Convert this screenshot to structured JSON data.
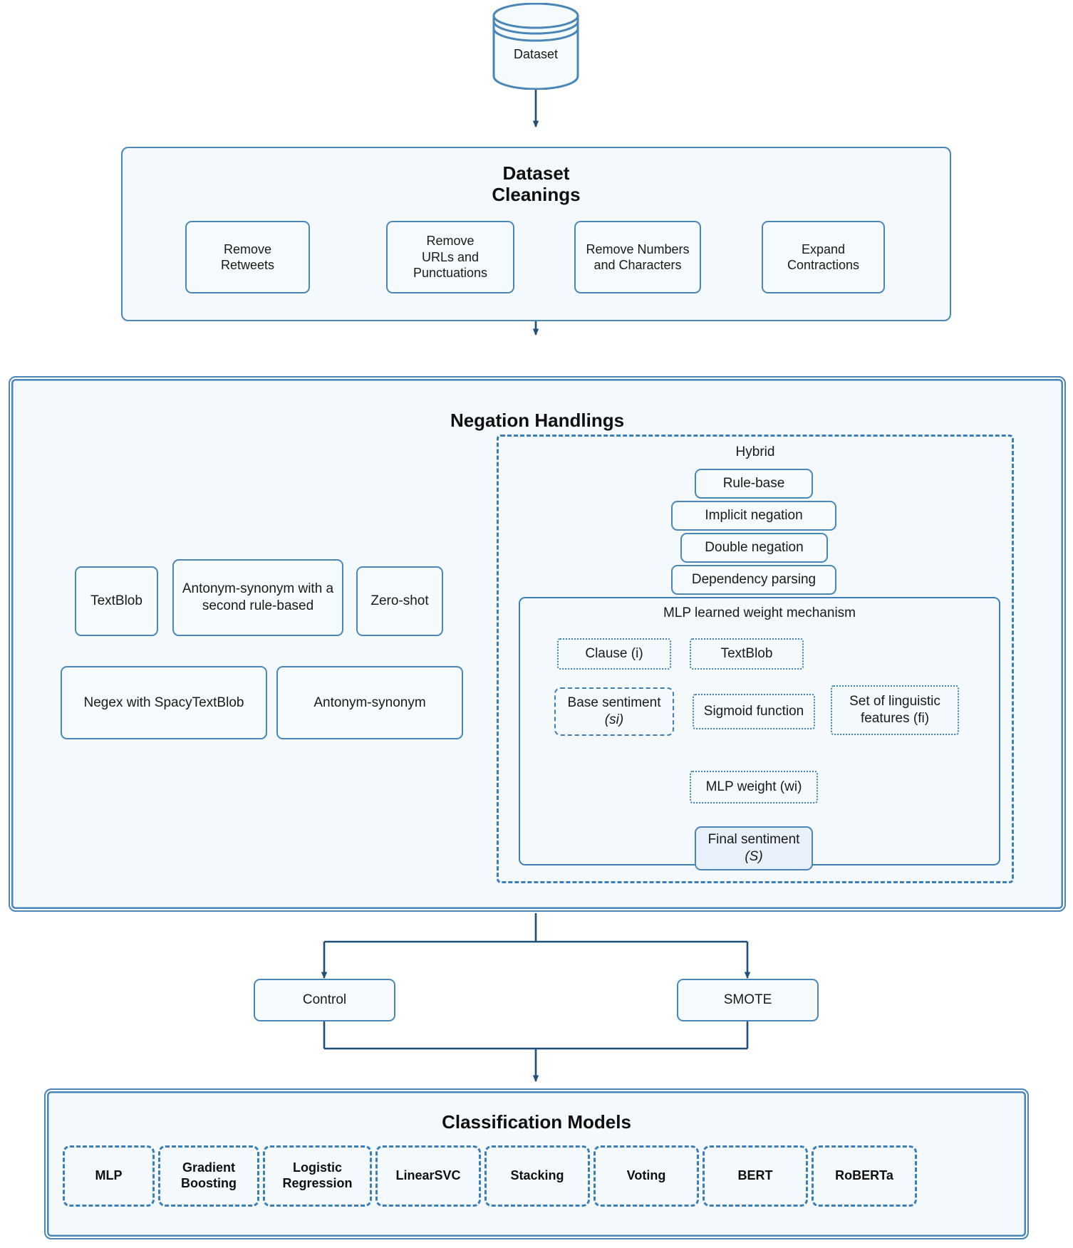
{
  "diagram": {
    "title": "Sentiment analysis pipeline flowchart",
    "colors": {
      "stroke": "#4a86b8",
      "dashed_stroke": "#3d7fb5",
      "fill": "#f3f9fd",
      "arrow": "#1f4e79",
      "text": "#1a1a1a"
    }
  },
  "dataset": {
    "label": "Dataset"
  },
  "cleanings": {
    "title_line1": "Dataset",
    "title_line2": "Cleanings",
    "items": [
      {
        "line1": "Remove",
        "line2": "Retweets",
        "line3": ""
      },
      {
        "line1": "Remove",
        "line2": "URLs and",
        "line3": "Punctuations"
      },
      {
        "line1": "Remove Numbers",
        "line2": "and Characters",
        "line3": ""
      },
      {
        "line1": "Expand",
        "line2": "Contractions",
        "line3": ""
      }
    ]
  },
  "negation": {
    "title": "Negation Handlings",
    "methods_row1": [
      "TextBlob",
      "Antonym-synonym with a second rule-based",
      "Zero-shot"
    ],
    "methods_row2": [
      "Negex with SpacyTextBlob",
      "Antonym-synonym"
    ],
    "hybrid": {
      "title": "Hybrid",
      "rules": [
        "Rule-base",
        "Implicit negation",
        "Double negation",
        "Dependency parsing"
      ],
      "mlp": {
        "title": "MLP learned weight mechanism",
        "clause": "Clause (i)",
        "textblob": "TextBlob",
        "base_sentiment_line1": "Base sentiment",
        "base_sentiment_line2": "(si)",
        "sigmoid": "Sigmoid function",
        "features_line1": "Set of linguistic",
        "features_line2": "features (fi)",
        "mlp_weight": "MLP weight (wi)",
        "final_sentiment_line1": "Final sentiment",
        "final_sentiment_line2": "(S)"
      }
    }
  },
  "sampling": {
    "control": "Control",
    "smote": "SMOTE"
  },
  "classification": {
    "title": "Classification Models",
    "models": [
      {
        "line1": "MLP",
        "line2": ""
      },
      {
        "line1": "Gradient",
        "line2": "Boosting"
      },
      {
        "line1": "Logistic",
        "line2": "Regression"
      },
      {
        "line1": "LinearSVC",
        "line2": ""
      },
      {
        "line1": "Stacking",
        "line2": ""
      },
      {
        "line1": "Voting",
        "line2": ""
      },
      {
        "line1": "BERT",
        "line2": ""
      },
      {
        "line1": "RoBERTa",
        "line2": ""
      }
    ]
  }
}
